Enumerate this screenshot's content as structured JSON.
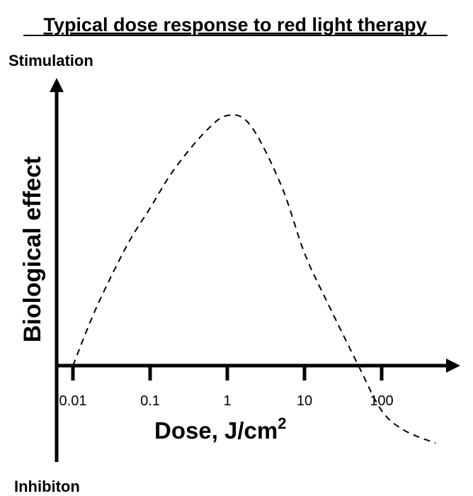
{
  "chart_data": {
    "type": "line",
    "title": "Typical dose response to red light therapy",
    "ylabel": "Biological effect",
    "y_top_label": "Stimulation",
    "y_bottom_label": "Inhibiton",
    "xlabel": "Dose,  J/cm",
    "xlabel_superscript": "2",
    "x_scale": "log",
    "x_ticks": [
      0.01,
      0.1,
      1,
      10,
      100
    ],
    "x_tick_labels": [
      "0.01",
      "0.1",
      "1",
      "10",
      "100"
    ],
    "y_ticks_shown": false,
    "grid": false,
    "line_style": "dashed",
    "series": [
      {
        "x": [
          0.01,
          0.02,
          0.05,
          0.1,
          0.2,
          0.5,
          1,
          2,
          5,
          10,
          20,
          50,
          100,
          200,
          500
        ],
        "y": [
          0.0,
          0.23,
          0.48,
          0.63,
          0.78,
          0.93,
          1.0,
          0.96,
          0.72,
          0.45,
          0.25,
          0.0,
          -0.18,
          -0.26,
          -0.31
        ]
      }
    ]
  }
}
